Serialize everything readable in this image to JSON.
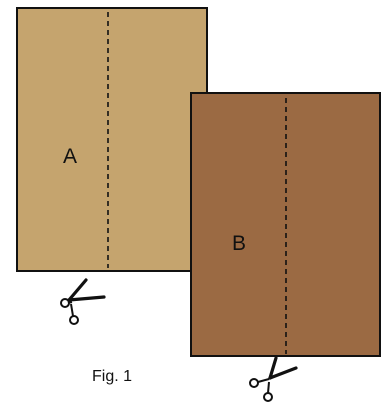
{
  "figure": {
    "caption": "Fig. 1",
    "sheets": [
      {
        "label": "A",
        "fill": "#C5A46E"
      },
      {
        "label": "B",
        "fill": "#9B6A43"
      }
    ],
    "outline_color": "#111111",
    "cut_line_style": "dashed",
    "icons": [
      "scissors-icon",
      "scissors-icon"
    ]
  }
}
